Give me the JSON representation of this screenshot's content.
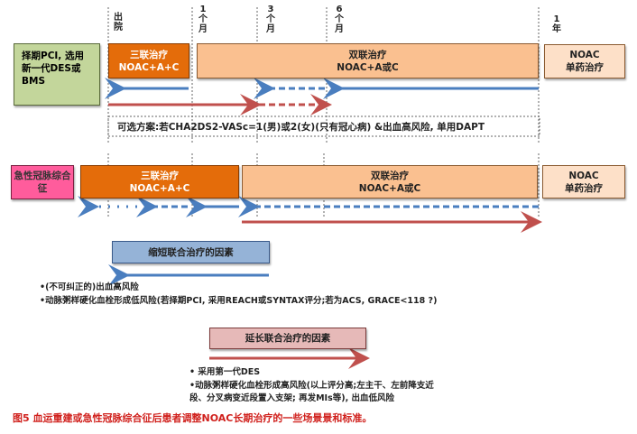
{
  "timeline": {
    "discharge": "出院",
    "m1": [
      "1",
      "个",
      "月"
    ],
    "m3": [
      "3",
      "个",
      "月"
    ],
    "m6": [
      "6",
      "个",
      "月"
    ],
    "y1": [
      "1",
      "年"
    ]
  },
  "row1": {
    "label": "择期PCI, 选用新一代DES或BMS",
    "triple": {
      "title": "三联治疗",
      "sub": "NOAC+A+C"
    },
    "dual": {
      "title": "双联治疗",
      "sub": "NOAC+A或C"
    },
    "mono": {
      "title": "NOAC",
      "sub": "单药治疗"
    },
    "option": "可选方案:若CHA2DS2-VASc=1(男)或2(女)(只有冠心病) &出血高风险, 单用DAPT"
  },
  "row2": {
    "label": "急性冠脉综合征",
    "triple": {
      "title": "三联治疗",
      "sub": "NOAC+A+C"
    },
    "dual": {
      "title": "双联治疗",
      "sub": "NOAC+A或C"
    },
    "mono": {
      "title": "NOAC",
      "sub": "单药治疗"
    }
  },
  "shorten": {
    "title": "缩短联合治疗的因素",
    "bullets": [
      "•(不可纠正的)出血高风险",
      "•动脉粥样硬化血栓形成低风险(若择期PCI, 采用REACH或SYNTAX评分;若为ACS, GRACE<118 ?)"
    ]
  },
  "extend": {
    "title": "延长联合治疗的因素",
    "bullets": [
      "• 采用第一代DES",
      "•动脉粥样硬化血栓形成高风险(以上评分高;左主干、左前降支近段、分叉病变近段置入支架; 再发MIs等), 出血低风险"
    ]
  },
  "caption": "图5 血运重建或急性冠脉综合征后患者调整NOAC长期治疗的一些场景景和标准。",
  "colors": {
    "blue": "#4a7ebf",
    "red": "#c0504d",
    "orange": "#e46c0a",
    "peach": "#fac090",
    "green": "#c3d69b",
    "pink": "#ff5c9c",
    "caption": "#d0201c"
  }
}
